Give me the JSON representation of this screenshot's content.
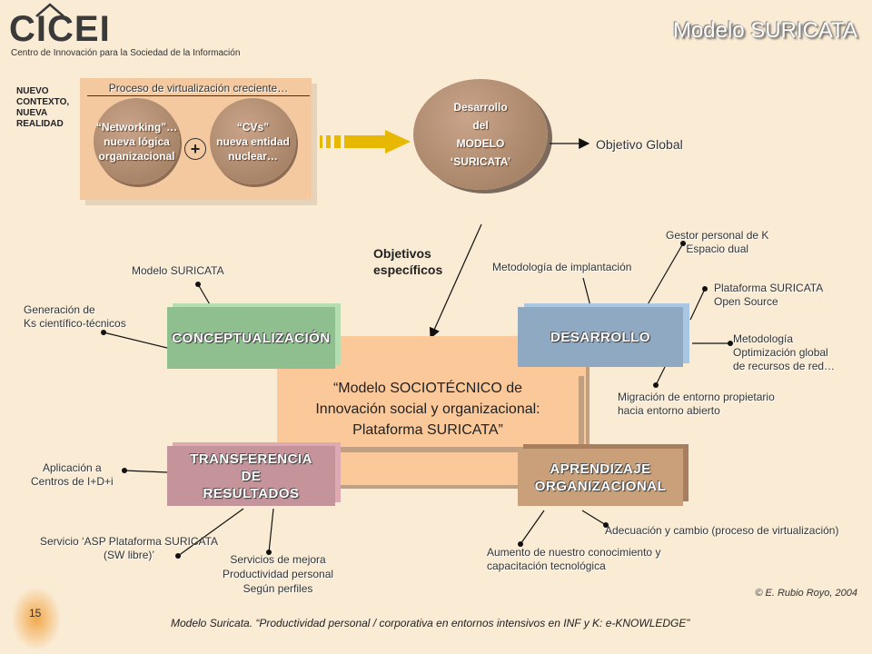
{
  "header": {
    "logo_text": "CICEI",
    "subtitle": "Centro de Innovación para la Sociedad de la Información",
    "title": "Modelo SURICATA"
  },
  "context_label": [
    "NUEVO",
    "CONTEXTO,",
    "NUEVA",
    "REALIDAD"
  ],
  "virtualization": {
    "header": "Proceso de virtualización creciente…",
    "left_circle": [
      "“Networking”…",
      "nueva lógica",
      "organizacional"
    ],
    "plus": "+",
    "right_circle": [
      "“CVs”",
      "nueva entidad",
      "nuclear…"
    ]
  },
  "model_circle": [
    "Desarrollo",
    "del",
    "MODELO",
    "‘SURICATA’"
  ],
  "objetivo_global": "Objetivo Global",
  "objetivos_especificos": [
    "Objetivos",
    "específicos"
  ],
  "center_text": [
    "“Modelo SOCIOTÉCNICO de",
    "Innovación social y organizacional:",
    "Plataforma SURICATA”"
  ],
  "boxes": {
    "conceptualizacion": "CONCEPTUALIZACIÓN",
    "desarrollo": "DESARROLLO",
    "transferencia": [
      "TRANSFERENCIA",
      "DE",
      "RESULTADOS"
    ],
    "aprendizaje": [
      "APRENDIZAJE",
      "ORGANIZACIONAL"
    ]
  },
  "callouts": {
    "modelo_suricata": "Modelo SURICATA",
    "generacion": [
      "Generación de",
      "Ks científico-técnicos"
    ],
    "metodologia_implantacion": "Metodología de implantación",
    "gestor": [
      "Gestor personal de K",
      "Espacio dual"
    ],
    "plataforma": [
      "Plataforma SURICATA",
      "Open Source"
    ],
    "metodologia_opt": [
      "Metodología",
      "Optimización global",
      "de recursos de red…"
    ],
    "migracion": [
      "Migración de entorno propietario",
      "hacia entorno abierto"
    ],
    "aplicacion": [
      "Aplicación a",
      "Centros de I+D+i"
    ],
    "servicio_asp": [
      "Servicio ‘ASP Plataforma SURICATA",
      "(SW libre)’"
    ],
    "servicios_mejora": [
      "Servicios de mejora",
      "Productividad personal",
      "Según perfiles"
    ],
    "adecuacion": "Adecuación y cambio (proceso de virtualización)",
    "aumento": [
      "Aumento de  nuestro conocimiento y",
      "capacitación tecnológica"
    ]
  },
  "footer": {
    "copyright": "© E. Rubio Royo, 2004",
    "page_number": "15",
    "caption": "Modelo Suricata. “Productividad personal / corporativa en entornos intensivos en INF y K: e-KNOWLEDGE”"
  },
  "colors": {
    "background": "#FAEBD4",
    "conceptualizacion": "#8FBF8F",
    "desarrollo": "#8FA9C2",
    "transferencia": "#C4949A",
    "aprendizaje": "#C9A07A",
    "center_box": "#FBC89A",
    "circle": "#A88468"
  }
}
